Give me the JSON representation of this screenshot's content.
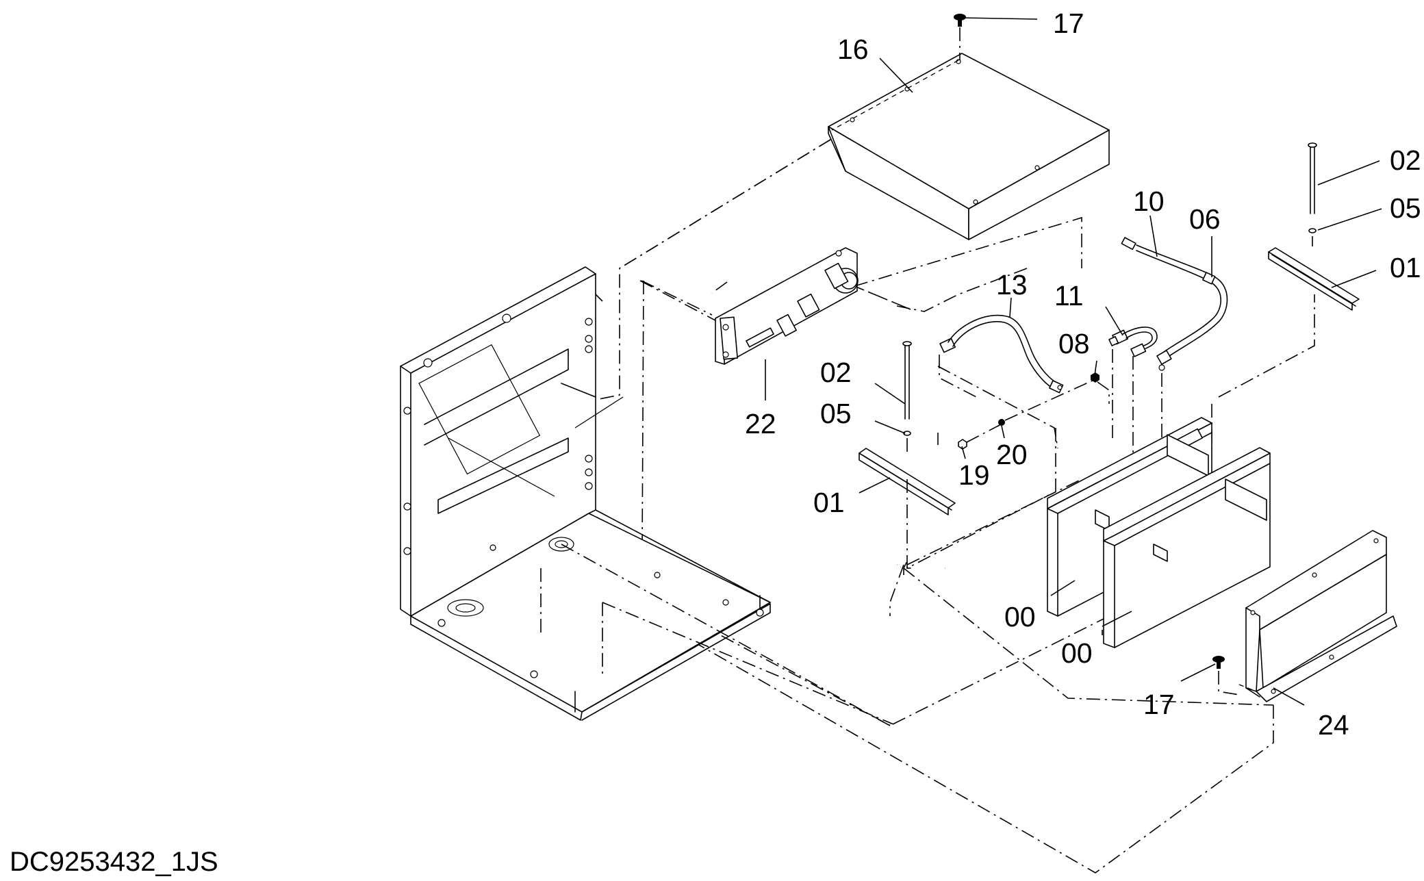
{
  "drawing": {
    "code": "DC9253432_1JS"
  },
  "callouts": {
    "c17_top": "17",
    "c16": "16",
    "c02_right": "02",
    "c05_right": "05",
    "c01_right": "01",
    "c10": "10",
    "c06": "06",
    "c13": "13",
    "c11": "11",
    "c08": "08",
    "c02_mid": "02",
    "c05_mid": "05",
    "c22": "22",
    "c19": "19",
    "c20": "20",
    "c01_mid": "01",
    "c00_a": "00",
    "c00_b": "00",
    "c17_bottom": "17",
    "c24": "24"
  },
  "colors": {
    "line": "#000000",
    "background": "#ffffff"
  }
}
